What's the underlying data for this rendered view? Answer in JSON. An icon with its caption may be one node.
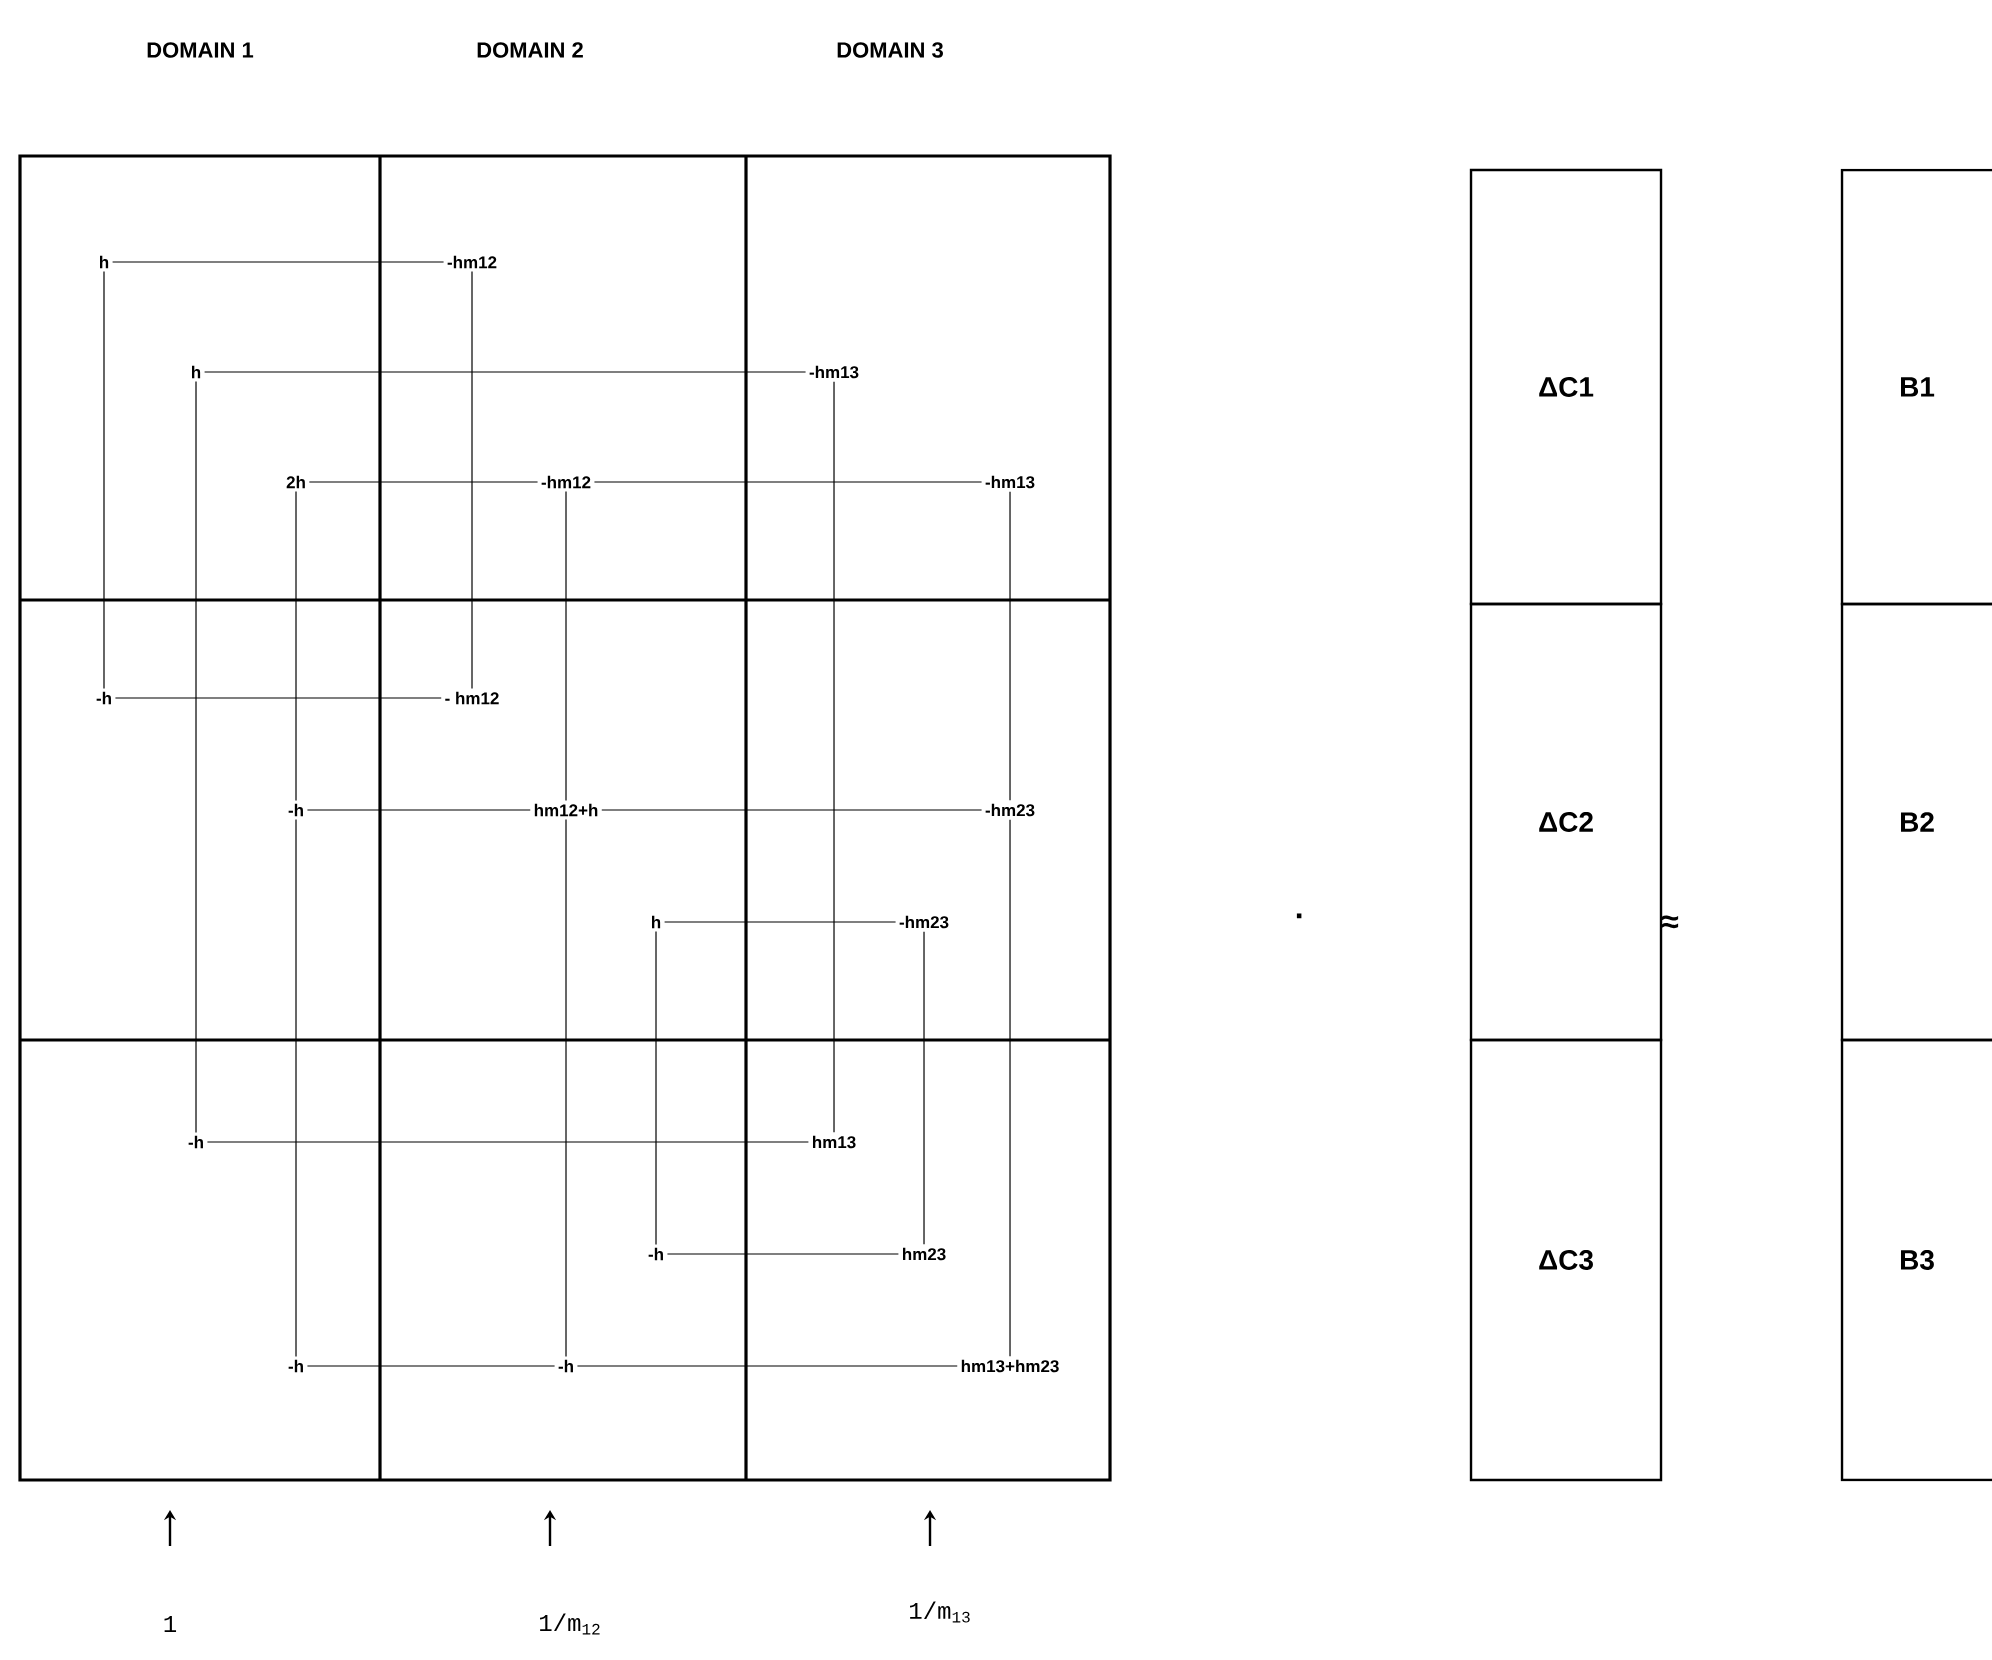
{
  "diagram": {
    "nodes": [
      {
        "text": [
          "h"
        ]
      },
      {
        "text": [
          "-hm12"
        ]
      },
      {
        "text": [
          "h"
        ]
      },
      {
        "text": [
          "-hm13"
        ]
      },
      {
        "text": [
          "2h"
        ]
      },
      {
        "text": [
          "-hm12"
        ]
      },
      {
        "text": [
          "-hm13"
        ]
      },
      {
        "text": [
          "-h"
        ]
      },
      {
        "text": [
          "- hm12"
        ]
      },
      {
        "text": [
          "-h"
        ]
      },
      {
        "text": [
          "hm12+h"
        ]
      },
      {
        "text": [
          "-hm23"
        ]
      },
      {
        "text": [
          "h"
        ]
      },
      {
        "text": [
          "-hm23"
        ]
      },
      {
        "text": [
          "-h"
        ]
      },
      {
        "text": [
          "hm13"
        ]
      },
      {
        "text": [
          "-h"
        ]
      },
      {
        "text": [
          "hm23"
        ]
      },
      {
        "text": [
          "-h"
        ]
      },
      {
        "text": [
          "-h"
        ]
      },
      {
        "text": [
          "hm13+hm23"
        ]
      },
      {
        "text": [
          "ΔC1"
        ]
      },
      {
        "text": [
          "ΔC2"
        ]
      },
      {
        "text": [
          "ΔC3"
        ]
      },
      {
        "text": [
          "B1"
        ]
      },
      {
        "text": [
          "B2"
        ]
      },
      {
        "text": [
          "B3"
        ]
      }
    ],
    "edges": [
      {
        "from": 0,
        "to": 1,
        "arrow": "none"
      },
      {
        "from": 2,
        "to": 3,
        "arrow": "none"
      },
      {
        "from": 4,
        "to": 5,
        "arrow": "none"
      },
      {
        "from": 5,
        "to": 6,
        "arrow": "none"
      },
      {
        "from": 7,
        "to": 8,
        "arrow": "none"
      },
      {
        "from": 9,
        "to": 10,
        "arrow": "none"
      },
      {
        "from": 10,
        "to": 11,
        "arrow": "none"
      },
      {
        "from": 12,
        "to": 13,
        "arrow": "none"
      },
      {
        "from": 14,
        "to": 15,
        "arrow": "none"
      },
      {
        "from": 16,
        "to": 17,
        "arrow": "none"
      },
      {
        "from": 18,
        "to": 19,
        "arrow": "none"
      },
      {
        "from": 19,
        "to": 20,
        "arrow": "none"
      },
      {
        "from": 0,
        "to": 7,
        "arrow": "none"
      },
      {
        "from": 2,
        "to": 14,
        "arrow": "none"
      },
      {
        "from": 4,
        "to": 9,
        "arrow": "none"
      },
      {
        "from": 9,
        "to": 18,
        "arrow": "none"
      },
      {
        "from": 1,
        "to": 8,
        "arrow": "none"
      },
      {
        "from": 5,
        "to": 10,
        "arrow": "none"
      },
      {
        "from": 10,
        "to": 19,
        "arrow": "none"
      },
      {
        "from": 12,
        "to": 16,
        "arrow": "none"
      },
      {
        "from": 3,
        "to": 15,
        "arrow": "none"
      },
      {
        "from": 13,
        "to": 17,
        "arrow": "none"
      },
      {
        "from": 6,
        "to": 11,
        "arrow": "none"
      },
      {
        "from": 11,
        "to": 20,
        "arrow": "none"
      }
    ],
    "labels": [
      "DOMAIN 1",
      "DOMAIN 2",
      "DOMAIN 3",
      "·",
      "≈",
      "1",
      "1/m$_{12}$",
      "1/m$_{13}$"
    ]
  }
}
